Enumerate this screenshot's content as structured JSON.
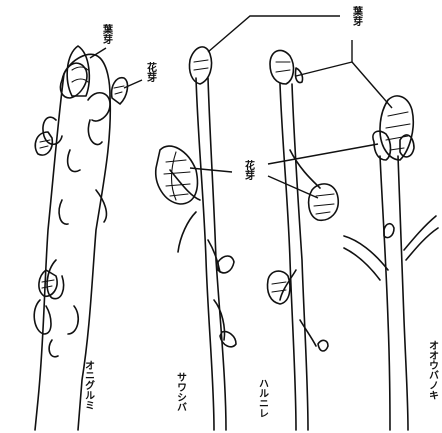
{
  "labels": {
    "leaf_bud_top": "葉芽",
    "leaf_bud_left": "葉芽",
    "flower_bud_right": "花芽",
    "flower_bud_middle": "花芽"
  },
  "species": [
    {
      "name": "オニグルミ"
    },
    {
      "name": "サワシバ"
    },
    {
      "name": "ハルニレ"
    },
    {
      "name": "オオウバノキ"
    }
  ]
}
